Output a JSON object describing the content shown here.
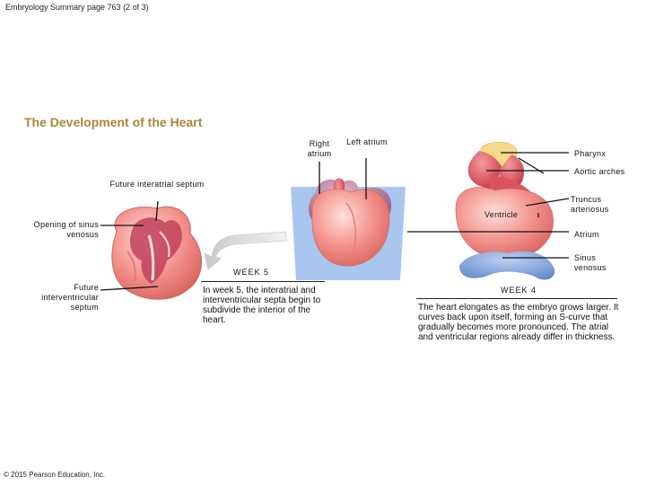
{
  "header": {
    "breadcrumb": "Embryology Summary page 763 (2 of 3)"
  },
  "figure": {
    "title": "The Development of the Heart",
    "left_labels": {
      "future_interatrial_septum": "Future interatrial septum",
      "opening_of_sinus_venosus": "Opening of sinus venosus",
      "future_interventricular_septum": "Future interventricular septum"
    },
    "middle_labels": {
      "right_atrium": "Right atrium",
      "left_atrium": "Left atrium"
    },
    "right_labels": {
      "pharynx": "Pharynx",
      "aortic_arches": "Aortic arches",
      "truncus_arteriosus": "Truncus arteriosus",
      "ventricle": "Ventricle",
      "atrium": "Atrium",
      "sinus_venosus": "Sinus venosus"
    },
    "week5": {
      "heading": "WEEK 5",
      "description": "In week 5, the interatrial and interventricular septa begin to subdivide the interior of the heart."
    },
    "week4": {
      "heading": "WEEK 4",
      "description": "The heart elongates as the embryo grows larger. It curves back upon itself, forming an S-curve that gradually becomes more pronounced. The atrial and ventricular regions already differ in thickness."
    },
    "copyright": "© 2015 Pearson Education, Inc."
  },
  "colors": {
    "title": "#a8873a",
    "heart_pink": "#f08a8a",
    "heart_light": "#fbc3b8",
    "atrium_mauve": "#c68aa8",
    "vessel_blue": "#7fa3dd",
    "pharynx_yellow": "#f7d98a",
    "plane_blue": "#a9c6ef"
  }
}
